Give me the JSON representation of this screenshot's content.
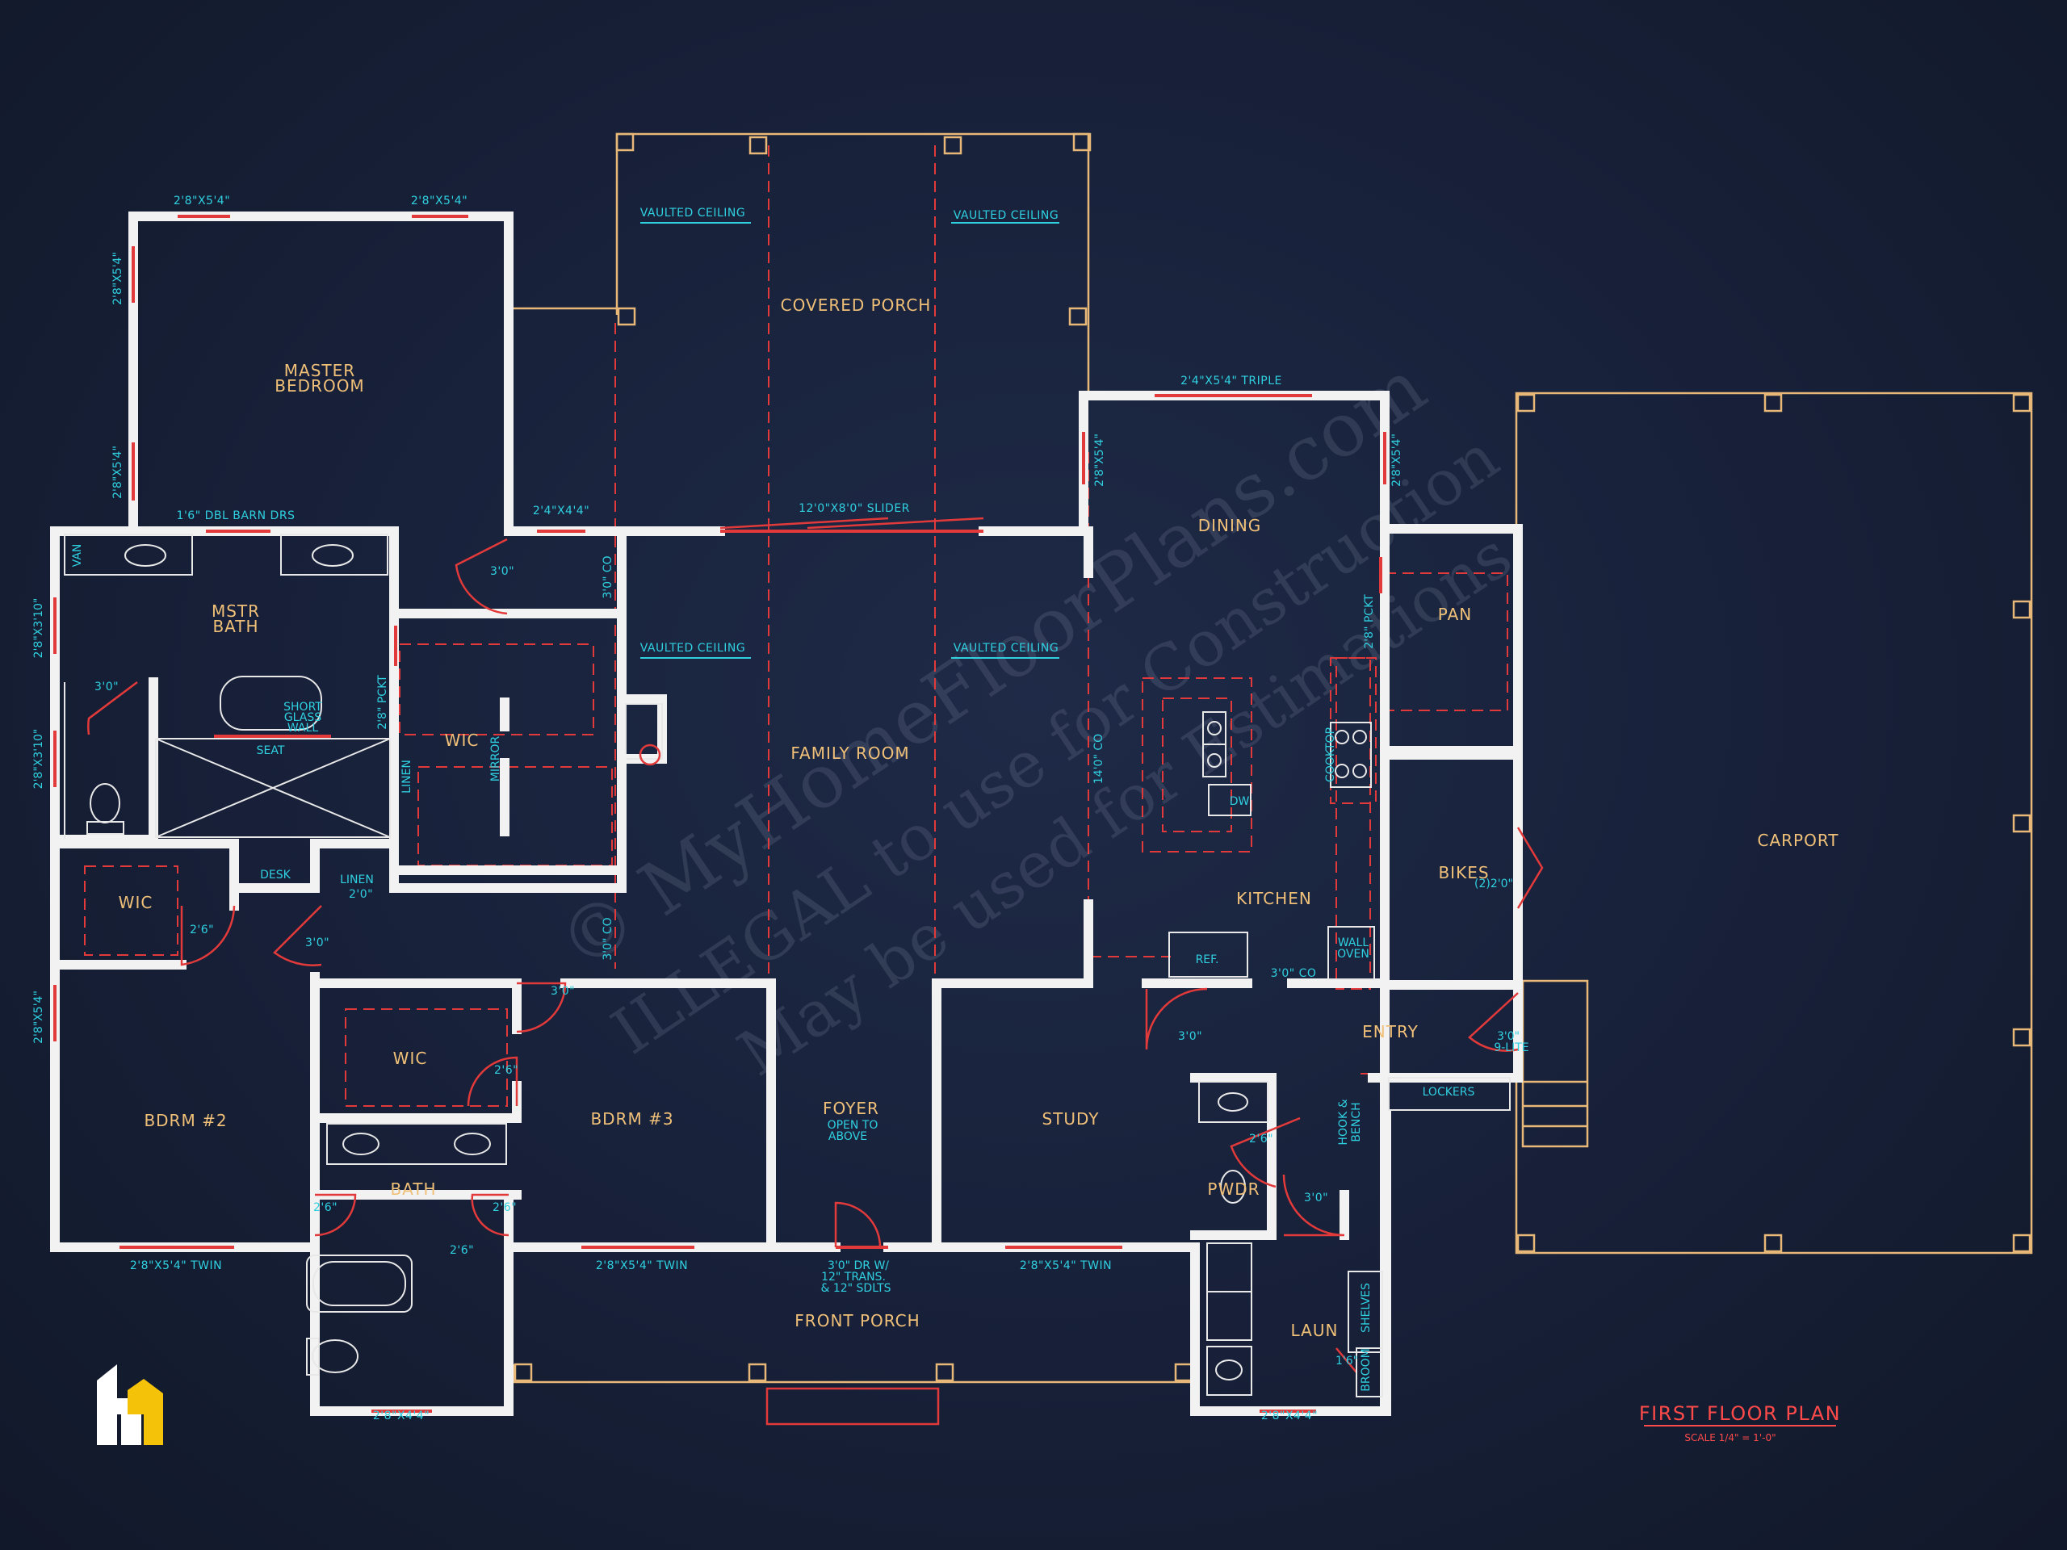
{
  "title": "FIRST FLOOR PLAN",
  "scale": "SCALE 1/4\" = 1'-0\"",
  "watermark": {
    "line1": "© MyHomeFloorPlans.com",
    "line2": "ILLEGAL to use for Construction",
    "line3": "May be used for Estimations"
  },
  "rooms": {
    "covered_porch": "COVERED PORCH",
    "master_bedroom_1": "MASTER",
    "master_bedroom_2": "BEDROOM",
    "mstr_bath_1": "MSTR",
    "mstr_bath_2": "BATH",
    "wic_master": "WIC",
    "family_room": "FAMILY ROOM",
    "dining": "DINING",
    "kitchen": "KITCHEN",
    "pan": "PAN",
    "bikes": "BIKES",
    "carport": "CARPORT",
    "wic_2": "WIC",
    "wic_3": "WIC",
    "bdrm2": "BDRM #2",
    "bdrm3": "BDRM #3",
    "bath": "BATH",
    "foyer": "FOYER",
    "foyer_note_1": "OPEN TO",
    "foyer_note_2": "ABOVE",
    "study": "STUDY",
    "entry": "ENTRY",
    "pwdr": "PWDR",
    "laun": "LAUN",
    "front_porch": "FRONT PORCH"
  },
  "labels": {
    "vaulted_ceiling": "VAULTED CEILING",
    "slider": "12'0\"X8'0\" SLIDER",
    "win_master_top": "2'8\"X5'4\"",
    "win_master_side": "2'8\"X5'4\"",
    "win_dining_top": "2'4\"X5'4\" TRIPLE",
    "win_dining_side": "2'8\"X5'4\"",
    "win_2_4x4_4": "2'4\"X4'4\"",
    "barn_doors": "1'6\" DBL BARN DRS",
    "win_bath_side": "2'8\"X3'10\"",
    "door_3_0": "3'0\"",
    "door_2_6": "2'6\"",
    "door_2_0": "2'0\"",
    "co_3_0": "3'0\" CO",
    "co_14_0": "14'0\" CO",
    "pckt": "2'8\" PCKT",
    "van": "VAN",
    "short_glass_1": "SHORT",
    "short_glass_2": "GLASS",
    "short_glass_3": "WALL",
    "seat": "SEAT",
    "linen": "LINEN",
    "mirror": "MIRROR",
    "desk": "DESK",
    "cooktop": "COOKTOP",
    "dw": "DW",
    "ref": "REF.",
    "wall_oven_1": "WALL",
    "wall_oven_2": "OVEN",
    "bikes_door": "(2)2'0\"",
    "entry_door_1": "3'0\"",
    "entry_door_2": "9-LITE",
    "lockers": "LOCKERS",
    "hook_bench_1": "HOOK &",
    "hook_bench_2": "BENCH",
    "shelves": "SHELVES",
    "broom": "BROOM",
    "broom_door": "1'6\"",
    "win_twin": "2'8\"X5'4\" TWIN",
    "win_2_8x4_4": "2'8\"X4'4\"",
    "front_door_1": "3'0\" DR W/",
    "front_door_2": "12\" TRANS.",
    "front_door_3": "& 12\" SDLTS"
  },
  "colors": {
    "background": "#172038",
    "walls": "#f2f2f2",
    "room_labels": "#f0c078",
    "dimensions": "#2fd0e0",
    "openings": "#e23a3a",
    "porch_lines": "#e8b878"
  }
}
